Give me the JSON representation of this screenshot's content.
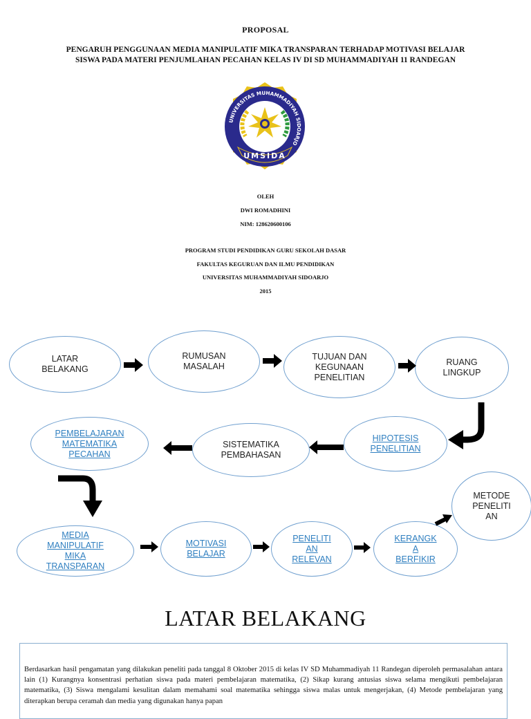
{
  "header": {
    "proposal": "PROPOSAL",
    "title_line1": "PENGARUH PENGGUNAAN MEDIA MANIPULATIF MIKA TRANSPARAN TERHADAP MOTIVASI BELAJAR",
    "title_line2": "SISWA PADA MATERI PENJUMLAHAN PECAHAN KELAS IV DI SD MUHAMMADIYAH 11 RANDEGAN",
    "logo": {
      "ring_text": "UNIVERSITAS MUHAMMADIYAH SIDOARJO",
      "banner": "UMSIDA",
      "colors": {
        "navy": "#2a2a8c",
        "gold": "#e9c21a",
        "green": "#2e9a3e"
      }
    },
    "oleh": "OLEH",
    "author": "DWI ROMADHINI",
    "nim": "NIM: 128620600106",
    "program": "PROGRAM STUDI PENDIDIKAN GURU SEKOLAH DASAR",
    "faculty": "FAKULTAS KEGURUAN DAN ILMU PENDIDIKAN",
    "university": "UNIVERSITAS MUHAMMADIYAH SIDOARJO",
    "year": "2015"
  },
  "flow": {
    "n1": "LATAR\nBELAKANG",
    "n2": "RUMUSAN\nMASALAH",
    "n3": "TUJUAN DAN\nKEGUNAAN\nPENELITIAN",
    "n4": "RUANG\nLINGKUP",
    "n5": "HIPOTESIS\nPENELITIAN",
    "n6": "SISTEMATIKA\nPEMBAHASAN",
    "n7": "PEMBELAJARAN\nMATEMATIKA\nPECAHAN",
    "n8": "MEDIA\nMANIPULATIF\nMIKA\nTRANSPARAN",
    "n9": "MOTIVASI\nBELAJAR",
    "n10": "PENELITI\nAN\nRELEVAN",
    "n11": "KERANGK\nA\nBERFIKIR",
    "n12": "METODE\nPENELITI\nAN"
  },
  "section": {
    "title": "LATAR BELAKANG",
    "body": "Berdasarkan hasil pengamatan yang dilakukan peneliti pada tanggal 8 Oktober 2015 di kelas IV SD Muhammadiyah 11 Randegan diperoleh permasalahan antara lain (1) Kurangnya konsentrasi perhatian siswa pada materi pembelajaran matematika, (2) Sikap kurang antusias siswa selama mengikuti pembelajaran matematika, (3) Siswa mengalami kesulitan dalam memahami soal matematika sehingga siswa malas untuk mengerjakan, (4) Metode pembelajaran yang diterapkan berupa ceramah dan media yang digunakan hanya papan"
  }
}
